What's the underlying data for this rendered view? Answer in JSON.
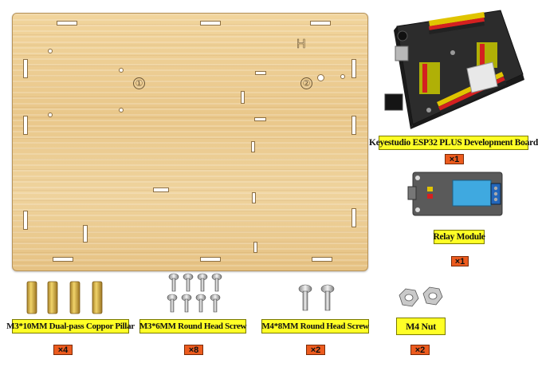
{
  "board": {
    "marks": {
      "circle_one": "①",
      "circle_two": "②",
      "letter": "H"
    }
  },
  "components": [
    {
      "name": "Keyestudio ESP32 PLUS Development Board",
      "quantity": "×1"
    },
    {
      "name": "Relay Module",
      "quantity": "×1"
    },
    {
      "name": "M3*10MM Dual-pass Coppor Pillar",
      "quantity": "×4"
    },
    {
      "name": "M3*6MM Round Head Screw",
      "quantity": "×8"
    },
    {
      "name": "M4*8MM Round Head Screw",
      "quantity": "×2"
    },
    {
      "name": "M4 Nut",
      "quantity": "×2"
    }
  ],
  "colors": {
    "label_bg": "#ffff26",
    "qty_bg": "#ec5b1e",
    "wood": "#ebc98c",
    "pcb": "#2c2c2c",
    "relay_pcb": "#5a5a5a",
    "relay_blue": "#3fa9e0",
    "brass": "#d9b24a"
  }
}
